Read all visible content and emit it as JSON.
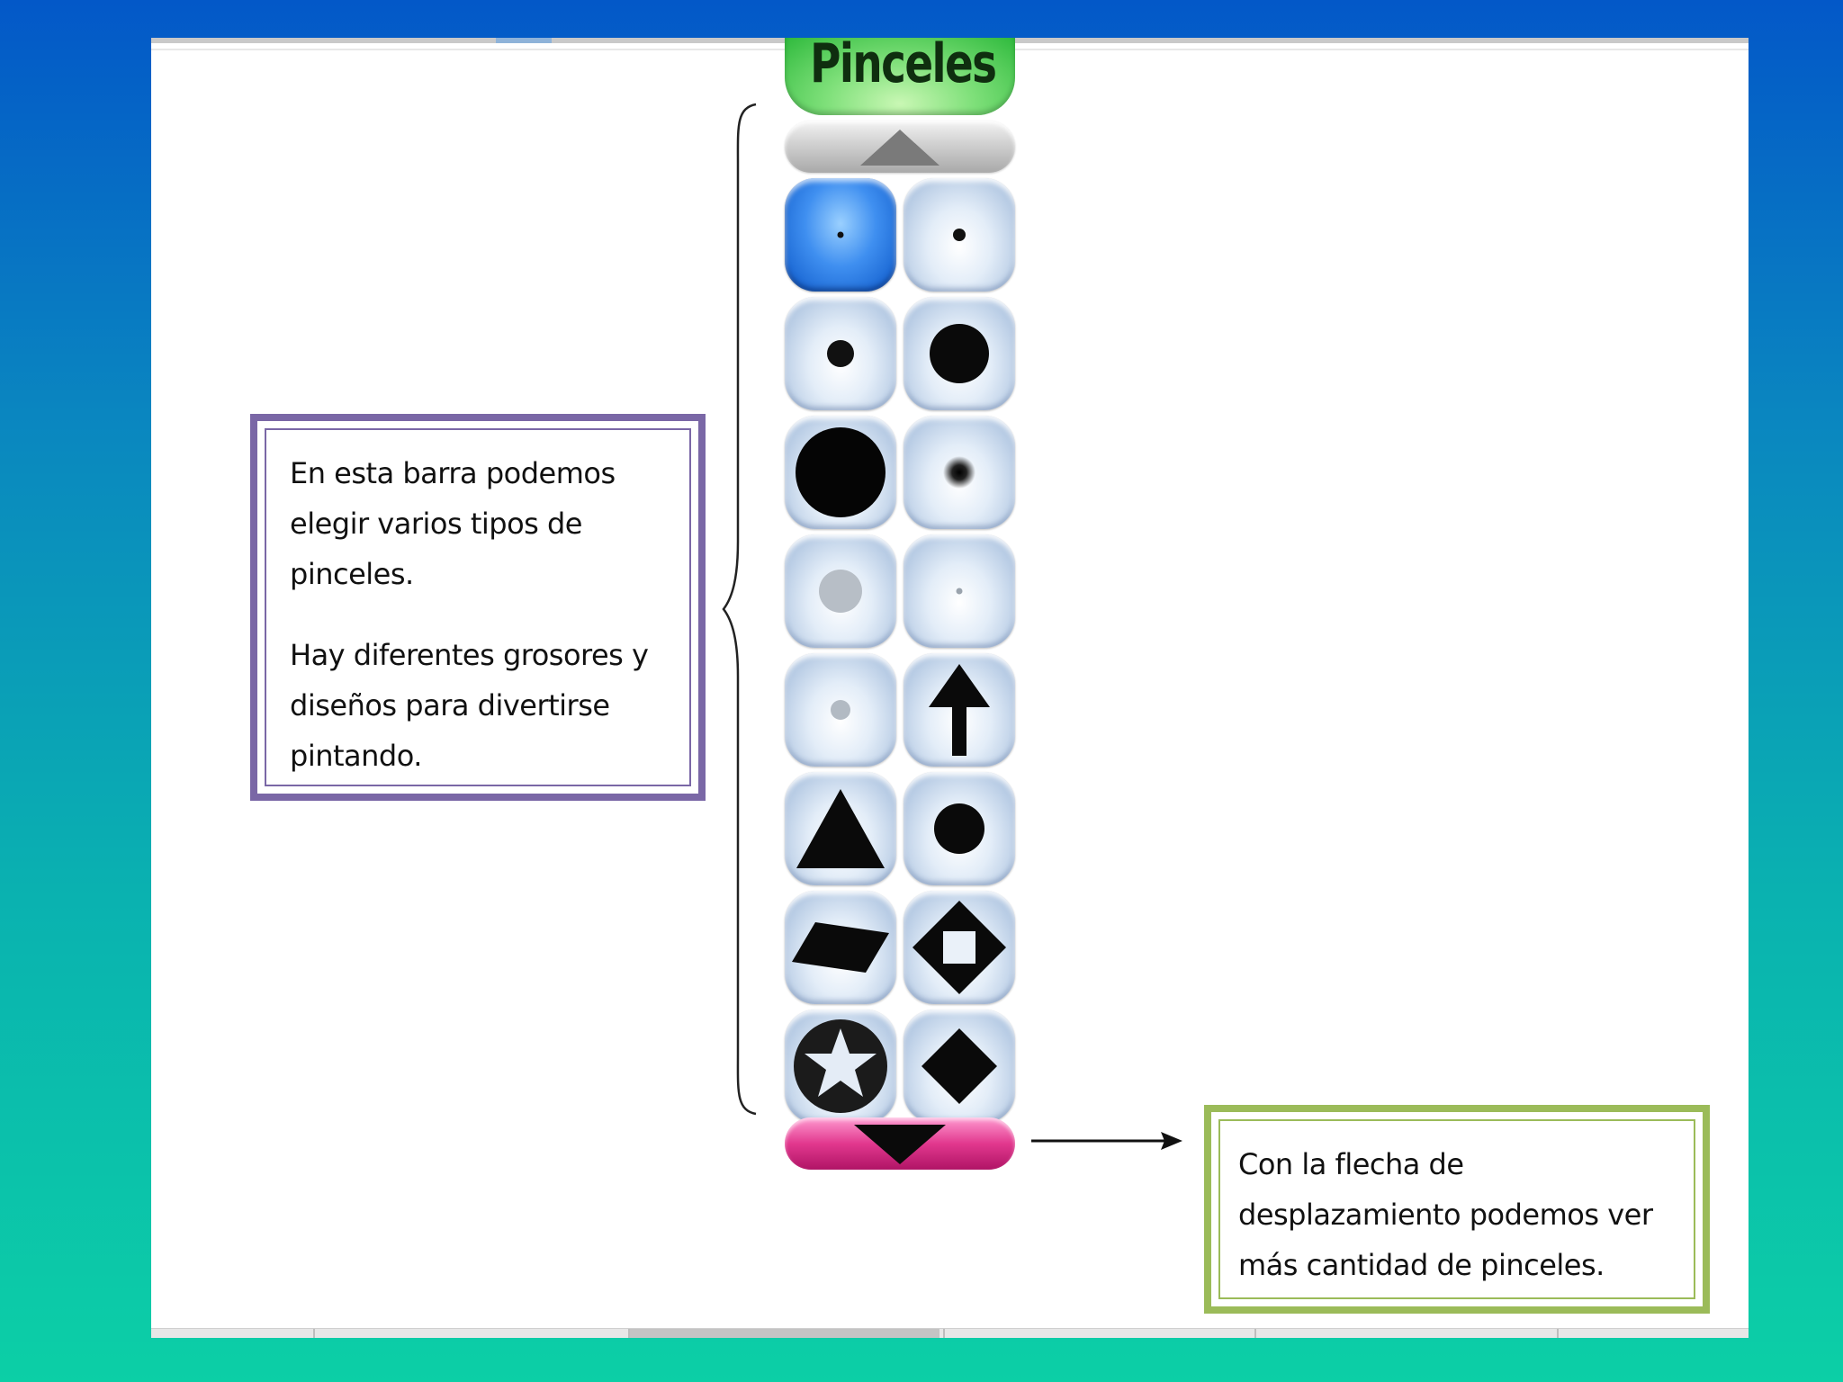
{
  "toolbar": {
    "title": "Pinceles",
    "scroll_up_icon": "triangle-up-icon",
    "scroll_down_icon": "triangle-down-icon",
    "selected_brush": "dot-tiny",
    "brushes": [
      {
        "name": "dot-tiny",
        "icon": "dot-tiny-icon"
      },
      {
        "name": "dot-small",
        "icon": "dot-small-icon"
      },
      {
        "name": "dot-medium",
        "icon": "dot-medium-icon"
      },
      {
        "name": "dot-large",
        "icon": "dot-large-icon"
      },
      {
        "name": "dot-xlarge",
        "icon": "dot-xlarge-icon"
      },
      {
        "name": "dot-soft",
        "icon": "dot-soft-icon"
      },
      {
        "name": "dot-gray-large",
        "icon": "dot-gray-large-icon"
      },
      {
        "name": "dot-gray-tiny",
        "icon": "dot-gray-tiny-icon"
      },
      {
        "name": "dot-gray-small",
        "icon": "dot-gray-small-icon"
      },
      {
        "name": "arrow-up",
        "icon": "arrow-up-icon"
      },
      {
        "name": "triangle",
        "icon": "triangle-icon"
      },
      {
        "name": "circle",
        "icon": "circle-icon"
      },
      {
        "name": "rhombus",
        "icon": "rhombus-icon"
      },
      {
        "name": "diamond-square",
        "icon": "diamond-square-icon"
      },
      {
        "name": "star",
        "icon": "star-icon"
      },
      {
        "name": "diamond",
        "icon": "diamond-icon"
      }
    ]
  },
  "callouts": {
    "left": {
      "paragraph1": "En esta barra podemos elegir varios tipos de pinceles.",
      "paragraph2": "Hay diferentes grosores y diseños para divertirse pintando."
    },
    "right": {
      "text": "Con la flecha de desplazamiento podemos ver más cantidad de pinceles."
    }
  },
  "colors": {
    "left_callout_border": "#7a67a6",
    "right_callout_border": "#9bbb59",
    "title_bg": "#7fe07a",
    "scroll_down_bg": "#e2388e",
    "selected_brush_bg": "#3f8ff0"
  }
}
